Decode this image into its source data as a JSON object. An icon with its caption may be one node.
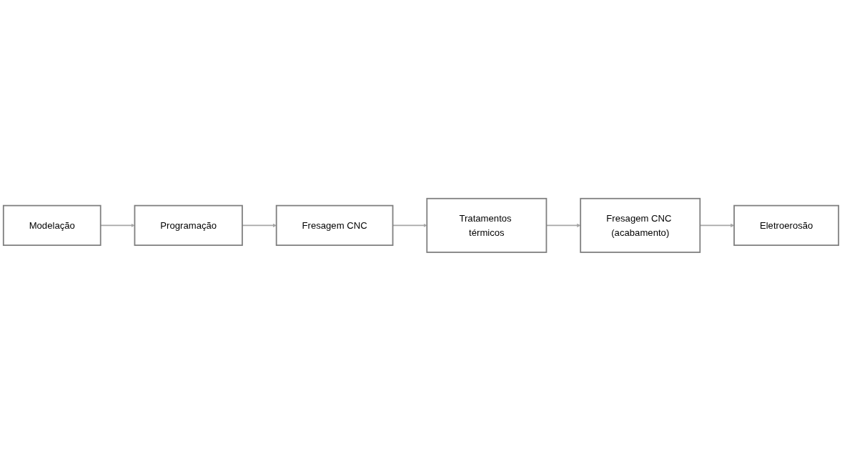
{
  "diagram": {
    "nodes": [
      {
        "text": [
          "Modelação"
        ]
      },
      {
        "text": [
          "Programação"
        ]
      },
      {
        "text": [
          "Fresagem CNC"
        ]
      },
      {
        "text": [
          "Eletroerosão"
        ]
      },
      {
        "text": [
          "Fresagem CNC (acabamento)"
        ]
      },
      {
        "text": [
          "Tratamentos térmicos"
        ]
      }
    ],
    "edges": [
      {
        "from": 0,
        "to": 1,
        "arrow": "to"
      },
      {
        "from": 1,
        "to": 2,
        "arrow": "to"
      },
      {
        "from": 2,
        "to": 5,
        "arrow": "to"
      },
      {
        "from": 5,
        "to": 4,
        "arrow": "to"
      },
      {
        "from": 4,
        "to": 3,
        "arrow": "to"
      }
    ]
  }
}
